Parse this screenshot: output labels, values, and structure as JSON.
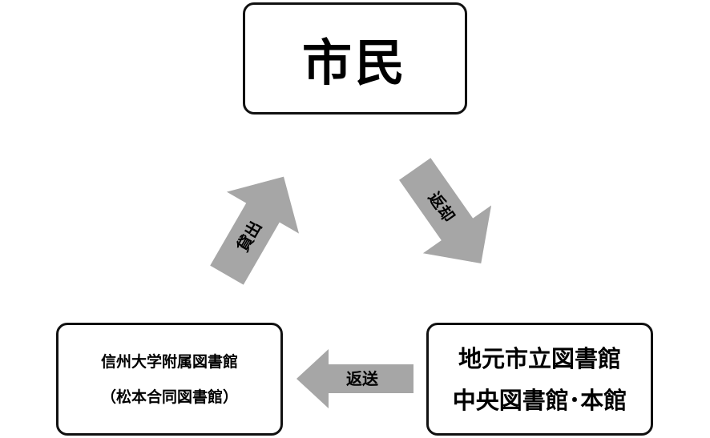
{
  "nodes": {
    "citizen": {
      "label": "市民"
    },
    "university": {
      "line1": "信州大学附属図書館",
      "line2": "（松本合同図書館）"
    },
    "local": {
      "line1": "地元市立図書館",
      "line2": "中央図書館･本館"
    }
  },
  "arrows": {
    "lend": {
      "label": "貸出"
    },
    "return_citizen": {
      "label": "返却"
    },
    "send_back": {
      "label": "返送"
    }
  },
  "colors": {
    "arrow_fill": "#a6a6a6",
    "box_border": "#111111"
  }
}
